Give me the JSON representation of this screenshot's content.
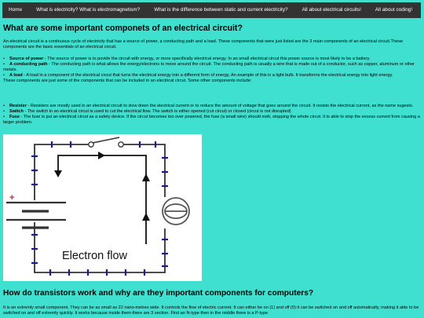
{
  "nav": {
    "items": [
      "Home",
      "What is electricity? What is electromagnetism?",
      "What is the difference between static and current electricity?",
      "All about electrical circuits!",
      "All about coding!"
    ],
    "background": "#333333"
  },
  "page": {
    "background": "#40e0d0"
  },
  "section1": {
    "heading": "What are some important componets of an electrical circuit?",
    "intro": "An electrical circuit is a continuous cycle of electricity that has a source of power, a conducting path and a load. These components that were just listed are the 3 main components of an electrical circuit.These components are the basic essentials of an electrical circuit.",
    "main_components": [
      {
        "term": "Source of power",
        "desc": " - The source of power is to povide the circuit with energy, or more specifically electrical energy. In an small electrical circut this power source is most likely to be a battery."
      },
      {
        "term": "A conducting path",
        "desc": " - The conducting path is what allows the energy/electrons to move around the circuit. The conducting path is usually a wire that is made out of a conductor, such as copper, aluminum or other metals."
      },
      {
        "term": "A load",
        "desc": " - A load in a component of the electrical circut that turns the electrical energy into a different form of energy. An example of this is a light bulb. It transforms the electrical energy into light energy."
      }
    ],
    "bridge": "These components are just some of the components that can be included in an electrical circut. Some other components include:",
    "other_components": [
      {
        "term": "Resister",
        "desc": " - Resisters are mostly used in an electrical circuit to slow down the electrical current or to reduce the amount of voltage that goes around the circuit. It resists the electrical current, as the name sugests."
      },
      {
        "term": "Switch",
        "desc": " - The switch in an electrical circut is used to cut the electrical flow. The switch is either opened (cut circut) or closed (circut is not disrupted)"
      },
      {
        "term": "Fuse",
        "desc": " - The fuse is put an electrical circut as a safety device. If the circut becomes too over powered, the fuse (a small wire) should melt, stopping the whole circut. It is able to stop the excess current from causing a larger problem."
      }
    ]
  },
  "diagram": {
    "plus_sign": "+",
    "label": "Electron flow",
    "plus_color": "#e02020",
    "dash_color": "#1a1a8c"
  },
  "section2": {
    "heading": "How do transistors work and why are they important components for computers?",
    "body": "It is an extremly small component. They can be as small as 22 nano-metres wide. It controls the flow of electric current. It can either be on (1) and off (0) it can be switched on and off automatically, making it able to be switched on and off extremly quickly. It works because inside them there are 3 section. First an N-type then in the middle there is a P-type"
  }
}
